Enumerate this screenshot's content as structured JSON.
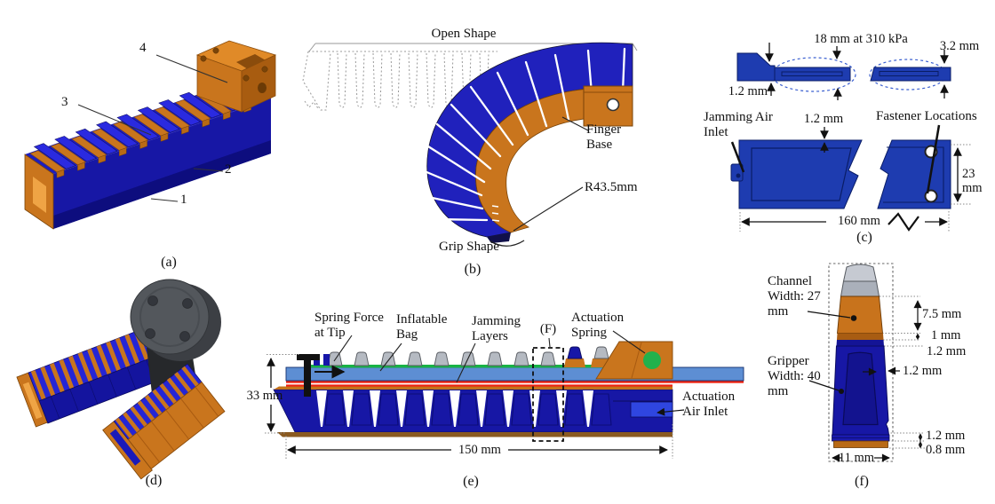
{
  "figure": {
    "panels": {
      "a": {
        "caption": "(a)",
        "callouts": {
          "c1": "1",
          "c2": "2",
          "c3": "3",
          "c4": "4"
        }
      },
      "b": {
        "caption": "(b)",
        "open_shape": "Open Shape",
        "finger_base": "Finger Base",
        "radius": "R43.5mm",
        "grip_shape": "Grip Shape"
      },
      "c": {
        "caption": "(c)",
        "dim_inflated": "18 mm at 310 kPa",
        "dim_tip_thickness": "3.2 mm",
        "dim_wall_left": "1.2 mm",
        "jamming_air_inlet": "Jamming Air Inlet",
        "dim_wall_top": "1.2 mm",
        "fastener_locations": "Fastener Locations",
        "dim_width": "23 mm",
        "dim_length": "160 mm"
      },
      "d": {
        "caption": "(d)"
      },
      "e": {
        "caption": "(e)",
        "spring_force": "Spring Force at Tip",
        "inflatable_bag": "Inflatable Bag",
        "jamming_layers": "Jamming Layers",
        "f_ref": "(F)",
        "actuation_spring": "Actuation Spring",
        "dim_height": "33 mm",
        "actuation_air_inlet": "Actuation Air Inlet",
        "dim_length": "150 mm"
      },
      "f": {
        "caption": "(f)",
        "channel_width": "Channel Width: 27 mm",
        "dim_7_5": "7.5 mm",
        "dim_1": "1 mm",
        "dim_1_2_top": "1.2 mm",
        "gripper_width": "Gripper Width: 40 mm",
        "dim_1_2_wall": "1.2 mm",
        "dim_1_2_bottom": "1.2 mm",
        "dim_0_8": "0.8 mm",
        "dim_11": "11 mm"
      }
    },
    "colors": {
      "body_blue": "#1717a5",
      "body_blue_dark": "#0d0d7e",
      "slat_blue": "#2a2ae0",
      "orange": "#c9751d",
      "orange_dark": "#a85c10",
      "orange_light": "#efa445",
      "bag_blue": "#5d8ed3",
      "jamming_red": "#ee2211",
      "spring_green": "#22b14c",
      "cap_gray": "#b5bac2",
      "motor_gray": "#53575c",
      "panel_c_blue": "#1e3cb0"
    }
  }
}
